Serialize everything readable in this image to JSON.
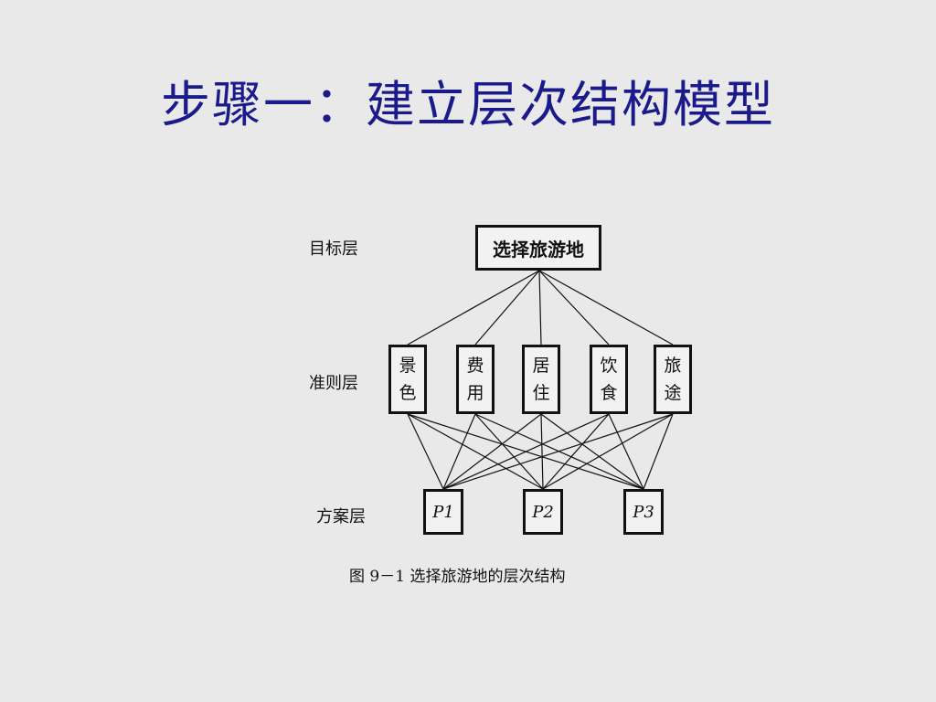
{
  "slide": {
    "title": "步骤一：建立层次结构模型"
  },
  "diagram": {
    "layers": {
      "goal": "目标层",
      "criteria": "准则层",
      "alternatives": "方案层"
    },
    "goal": "选择旅游地",
    "criteria": [
      "景色",
      "费用",
      "居住",
      "饮食",
      "旅途"
    ],
    "alternatives": [
      "P1",
      "P2",
      "P3"
    ],
    "caption": "图 9－1  选择旅游地的层次结构"
  }
}
